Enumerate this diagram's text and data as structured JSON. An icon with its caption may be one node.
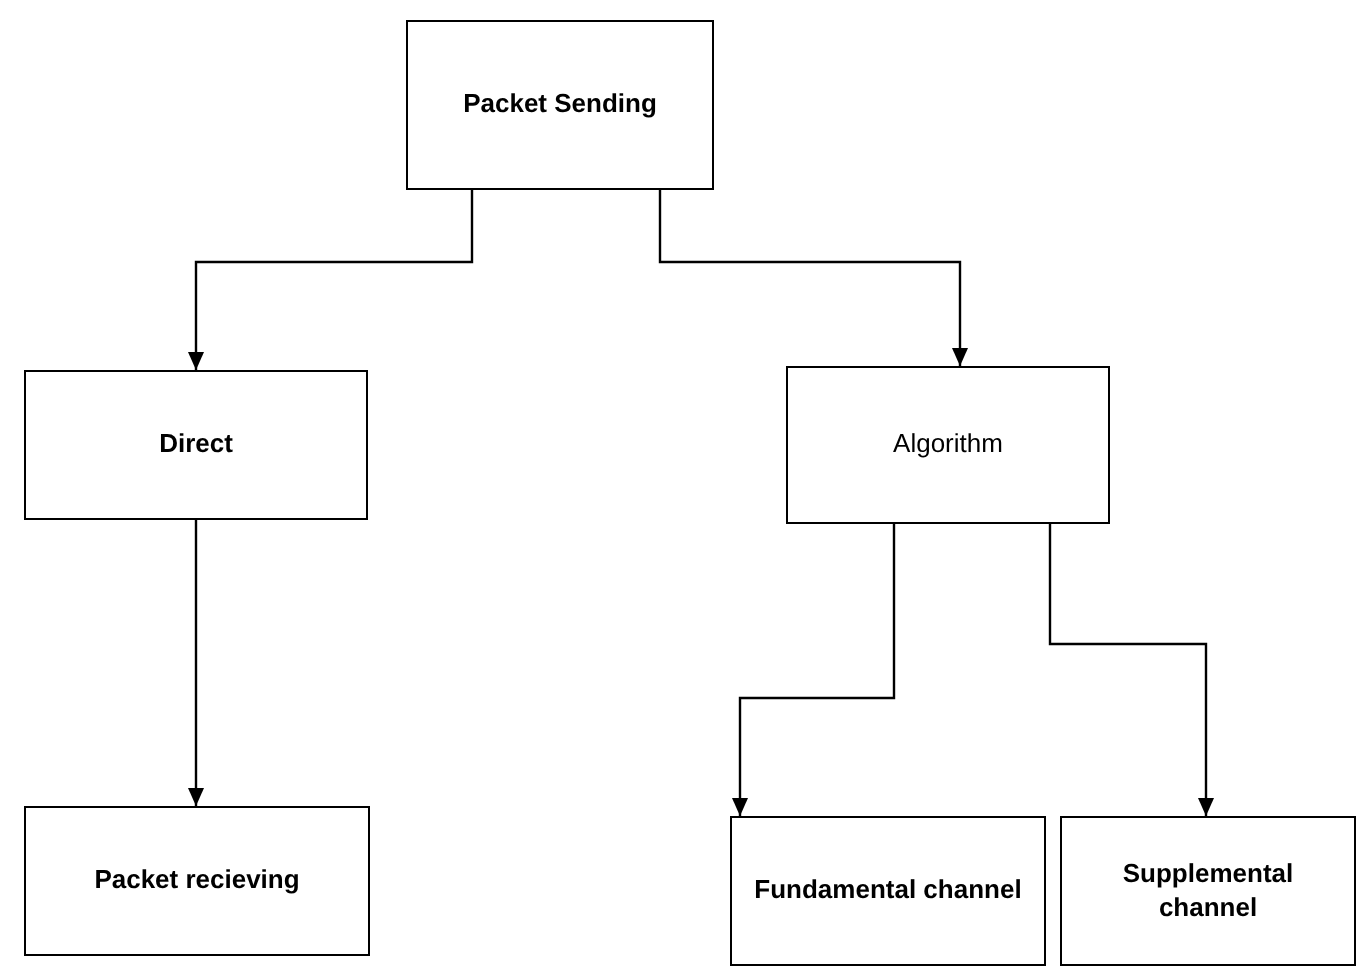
{
  "diagram": {
    "nodes": [
      {
        "text": [
          "Packet Sending"
        ]
      },
      {
        "text": [
          "Direct"
        ]
      },
      {
        "text": [
          "Algorithm"
        ]
      },
      {
        "text": [
          "Packet recieving"
        ]
      },
      {
        "text": [
          "Fundamental channel"
        ]
      },
      {
        "text": [
          "Supplemental channel"
        ]
      }
    ],
    "edges": [
      {
        "from": 0,
        "to": 1,
        "arrow": "to"
      },
      {
        "from": 0,
        "to": 2,
        "arrow": "to"
      },
      {
        "from": 1,
        "to": 3,
        "arrow": "to"
      },
      {
        "from": 2,
        "to": 4,
        "arrow": "to"
      },
      {
        "from": 2,
        "to": 5,
        "arrow": "to"
      }
    ]
  }
}
